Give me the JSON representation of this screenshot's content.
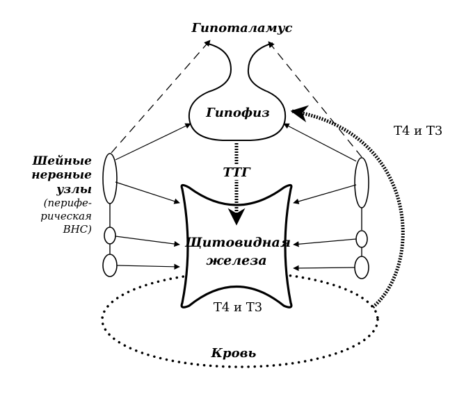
{
  "labels": {
    "hypothalamus": "Гипоталамус",
    "pituitary": "Гипофиз",
    "ttg": "ТТГ",
    "thyroid_line1": "Щитовидная",
    "thyroid_line2": "железа",
    "t4t3_inner": "Т4 и Т3",
    "t4t3_feedback": "Т4 и Т3",
    "blood": "Кровь"
  },
  "side": {
    "line1": "Шейные",
    "line2": "нервные",
    "line3": "узлы",
    "line4": "(перифе-",
    "line5": "рическая",
    "line6": "ВНС)"
  },
  "colors": {
    "ink": "#000000",
    "background": "#ffffff"
  }
}
